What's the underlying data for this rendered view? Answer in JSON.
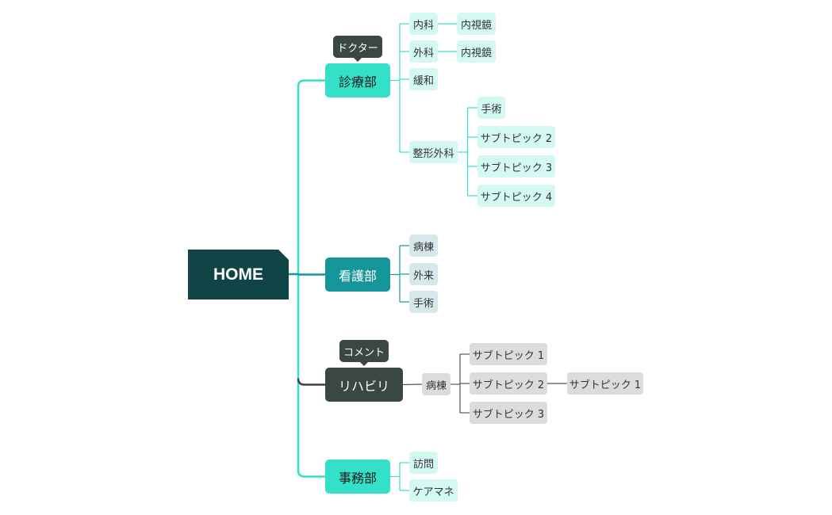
{
  "root": {
    "label": "HOME"
  },
  "branches": [
    {
      "label": "診療部",
      "callout": "ドクター",
      "topics": [
        {
          "label": "内科",
          "children": [
            {
              "label": "内視鏡"
            }
          ]
        },
        {
          "label": "外科",
          "children": [
            {
              "label": "内視鏡"
            }
          ]
        },
        {
          "label": "緩和"
        },
        {
          "label": "整形外科",
          "children": [
            {
              "label": "手術"
            },
            {
              "label": "サブトピック 2"
            },
            {
              "label": "サブトピック 3"
            },
            {
              "label": "サブトピック 4"
            }
          ]
        }
      ]
    },
    {
      "label": "看護部",
      "topics": [
        {
          "label": "病棟"
        },
        {
          "label": "外来"
        },
        {
          "label": "手術"
        }
      ]
    },
    {
      "label": "リハビリ",
      "callout": "コメント",
      "topics": [
        {
          "label": "病棟",
          "children": [
            {
              "label": "サブトピック 1"
            },
            {
              "label": "サブトピック 2",
              "children": [
                {
                  "label": "サブトピック 1"
                }
              ]
            },
            {
              "label": "サブトピック 3"
            }
          ]
        }
      ]
    },
    {
      "label": "事務部",
      "topics": [
        {
          "label": "訪問"
        },
        {
          "label": "ケアマネ"
        }
      ]
    }
  ],
  "colors": {
    "root": "#0f4547",
    "branch_teal": "#34e0c8",
    "branch_dark_teal": "#15969a",
    "branch_slate": "#3b4745",
    "sub_teal": "#d4f8f2",
    "sub_slate": "#d6e8ea",
    "sub_gray": "#dcdcdc"
  }
}
